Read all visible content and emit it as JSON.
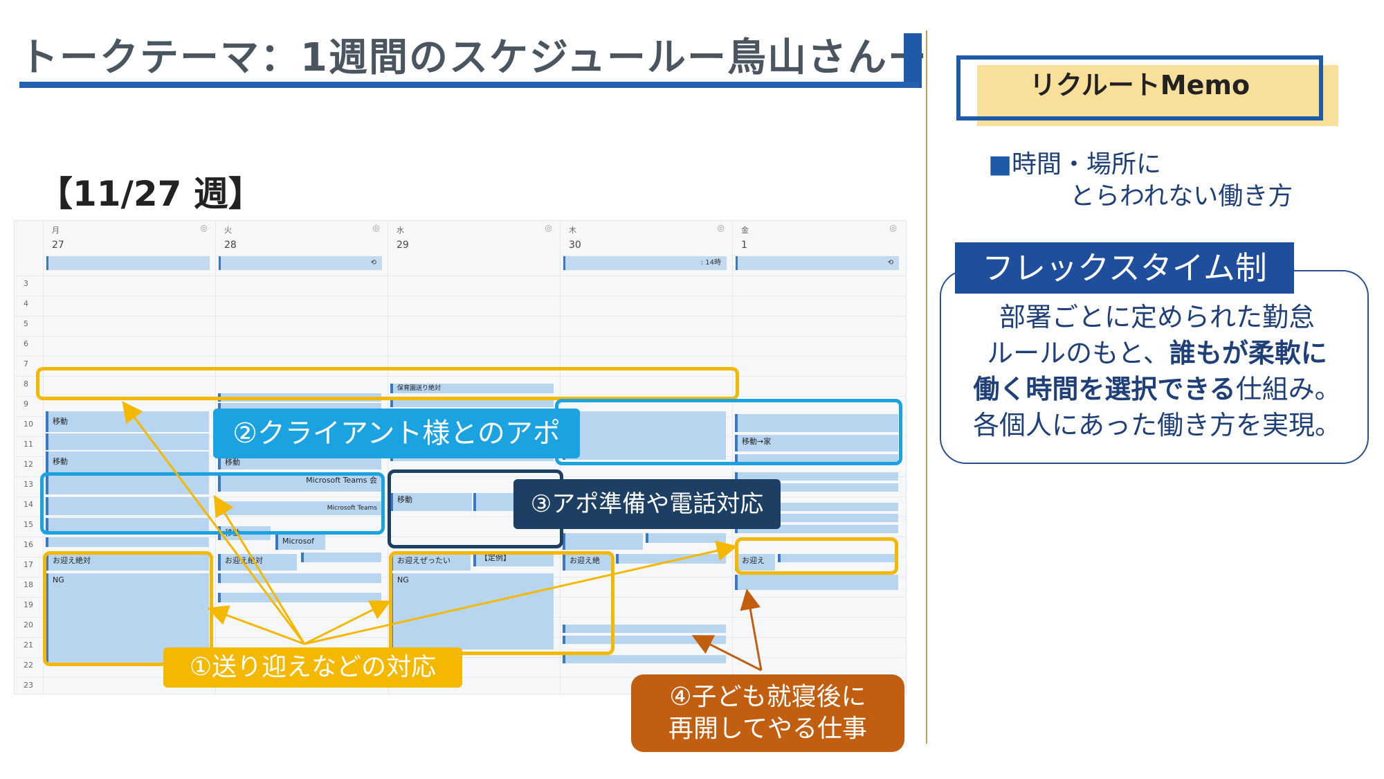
{
  "title": "トークテーマ：1週間のスケジュールー鳥山さんー",
  "week_label": "【11/27 週】",
  "calendar": {
    "days": [
      {
        "dow": "月",
        "num": "27",
        "allday": ""
      },
      {
        "dow": "火",
        "num": "28",
        "allday": "⟲"
      },
      {
        "dow": "水",
        "num": "29",
        "allday": ""
      },
      {
        "dow": "木",
        "num": "30",
        "allday": ": 14時"
      },
      {
        "dow": "金",
        "num": "1",
        "allday": "⟲"
      }
    ],
    "hours": [
      "3",
      "4",
      "5",
      "6",
      "7",
      "8",
      "9",
      "10",
      "11",
      "12",
      "13",
      "14",
      "15",
      "16",
      "17",
      "18",
      "19",
      "20",
      "21",
      "22",
      "23"
    ],
    "events": {
      "mon_move1": "移動",
      "mon_move2": "移動",
      "mon_pickup": "お迎え絶対",
      "mon_ng": "NG",
      "tue_move": "移動",
      "tue_teams1": "Microsoft Teams 会",
      "tue_teams2": "Microsoft Teams",
      "tue_pickup": "お迎え絶対",
      "tue_ms": "Microsof",
      "tue_idou": "移動",
      "wed_nursery": "保育園送り絶対",
      "wed_move": "移動",
      "wed_pickup": "お迎えぜったい",
      "wed_teirei": "【定例】",
      "wed_ng": "NG",
      "thu_pickup": "お迎え絶",
      "fri_move": "移動→家",
      "fri_pickup": "お迎え"
    }
  },
  "annotations": {
    "a1": "①送り迎えなどの対応",
    "a2": "②クライアント様とのアポ",
    "a3": "③アポ準備や電話対応",
    "a4_line1": "④子ども就寝後に",
    "a4_line2": "再開してやる仕事"
  },
  "memo": {
    "header": "リクルートMemo",
    "bullet_marker": "■",
    "point_line1": "時間・場所に",
    "point_line2": "とらわれない働き方",
    "flex_title": "フレックスタイム制",
    "body_1": "部署ごとに定められた勤怠",
    "body_2a": "ルールのもと、",
    "body_2b": "誰もが柔軟に",
    "body_3a": "働く時間を選択できる",
    "body_3b": "仕組み。",
    "body_4": "各個人にあった働き方を実現。"
  },
  "colors": {
    "accent_blue": "#1f5aa8",
    "highlight_yellow": "#f4b800",
    "highlight_cyan": "#1aa3e0",
    "highlight_navy": "#1d3f63",
    "highlight_orange": "#c25e10"
  }
}
